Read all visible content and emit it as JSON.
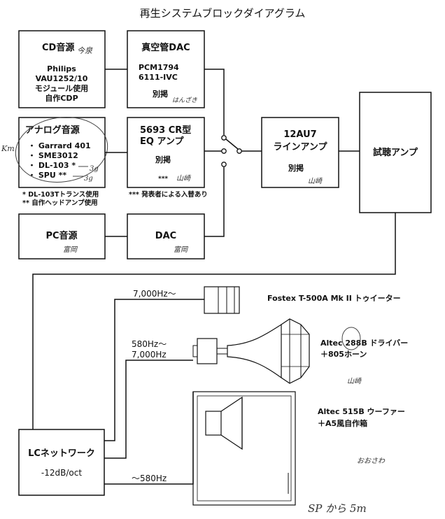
{
  "title": "再生システムブロックダイアグラム",
  "blocks": {
    "cd_source": {
      "title": "CD音源",
      "lines": [
        "Philips",
        "VAU1252/10",
        "モジュール使用",
        "自作CDP"
      ],
      "note": "今泉"
    },
    "tube_dac": {
      "title": "真空管DAC",
      "lines": [
        "PCM1794",
        "6111-IVC"
      ],
      "separate": "別掲",
      "note": "はんざき"
    },
    "analog_source": {
      "title": "アナログ音源",
      "items": [
        "・ Garrard 401",
        "・ SME3012",
        "・ DL-103 *",
        "・ SPU **"
      ],
      "note_left": "Km",
      "note_dl": "3g",
      "note_spu": "3g"
    },
    "eq_amp": {
      "title": "5693 CR型",
      "subtitle": "EQ アンプ",
      "separate": "別掲",
      "mark": "***",
      "note": "山崎"
    },
    "line_amp": {
      "title": "12AU7",
      "subtitle": "ラインアンプ",
      "separate": "別掲",
      "note": "山崎"
    },
    "audition_amp": {
      "title": "試聴アンプ"
    },
    "pc_source": {
      "title": "PC音源",
      "note": "富岡"
    },
    "dac": {
      "title": "DAC",
      "note": "富岡"
    },
    "lc_network": {
      "title": "LCネットワーク",
      "slope": "-12dB/oct"
    }
  },
  "footnotes": [
    "*  DL-103Tトランス使用",
    "** 自作ヘッドアンプ使用"
  ],
  "footnote_presenter": "*** 発表者による入替あり",
  "crossover": {
    "tweeter_label": "7,000Hz～",
    "driver_label_1": "580Hz～",
    "driver_label_2": "7,000Hz",
    "woofer_label": "～580Hz"
  },
  "speakers": {
    "tweeter": "Fostex  T-500A Mk II  トゥイーター",
    "driver_1": "Altec 288B ドライバー",
    "driver_2": "＋805ホーン",
    "driver_note": "山崎",
    "woofer_1": "Altec 515B ウーファー",
    "woofer_2": "＋A5風自作箱",
    "woofer_note": "おおさわ"
  },
  "bottom_note": "SP から 5m"
}
